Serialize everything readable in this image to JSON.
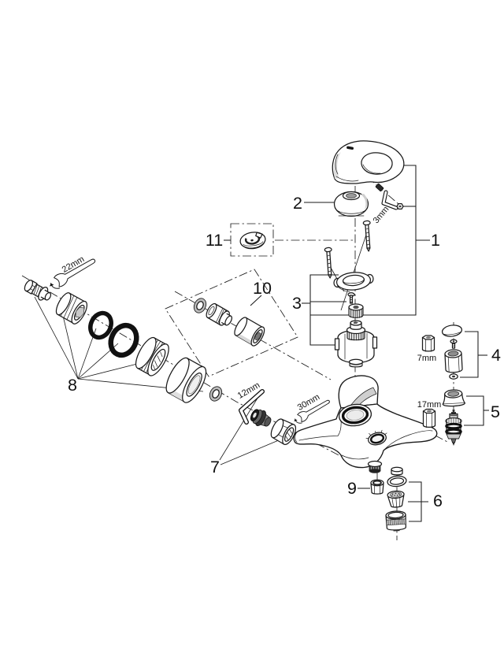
{
  "figure": {
    "type": "exploded-parts-diagram",
    "background": "#ffffff",
    "line_color": "#1a1a1a",
    "callouts": {
      "c1": "1",
      "c2": "2",
      "c3": "3",
      "c4": "4",
      "c5": "5",
      "c6": "6",
      "c7": "7",
      "c8": "8",
      "c9": "9",
      "c10": "10",
      "c11": "11"
    },
    "tool_labels": {
      "allen3": "3mm",
      "hex7": "7mm",
      "allen12": "12mm",
      "hex17": "17mm",
      "wrench22": "22mm",
      "wrench30": "30mm"
    }
  }
}
